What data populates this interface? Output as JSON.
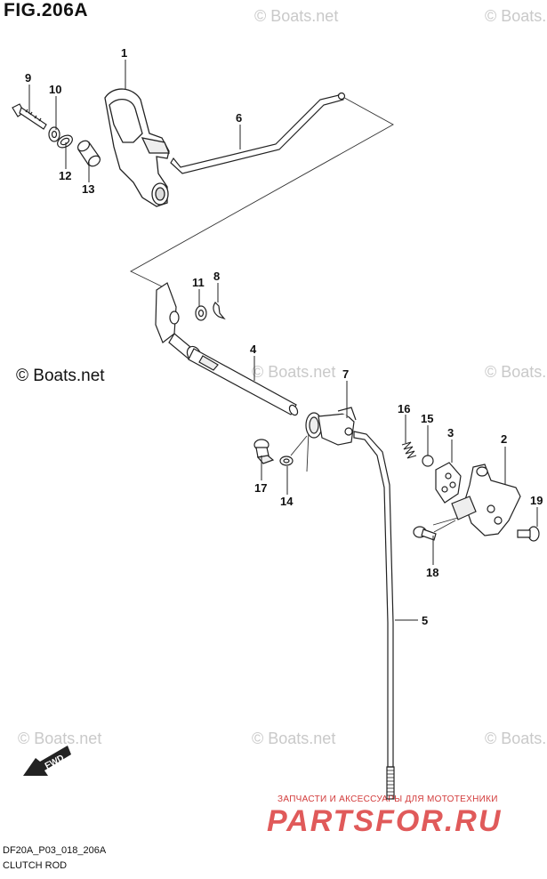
{
  "figure_title": "FIG.206A",
  "copyright": "© Boats.net",
  "watermark": "© Boats.net",
  "fwd_label": "FWD",
  "drawing_code": "DF20A_P03_018_206A",
  "caption": "CLUTCH ROD",
  "ad": {
    "line": "ЗАПЧАСТИ И АКСЕССУАРЫ ДЛЯ МОТОТЕХНИКИ",
    "brand": "PARTSFOR.RU"
  },
  "callouts": [
    "1",
    "2",
    "3",
    "4",
    "5",
    "6",
    "7",
    "8",
    "9",
    "10",
    "11",
    "12",
    "13",
    "14",
    "15",
    "16",
    "17",
    "18",
    "19"
  ]
}
